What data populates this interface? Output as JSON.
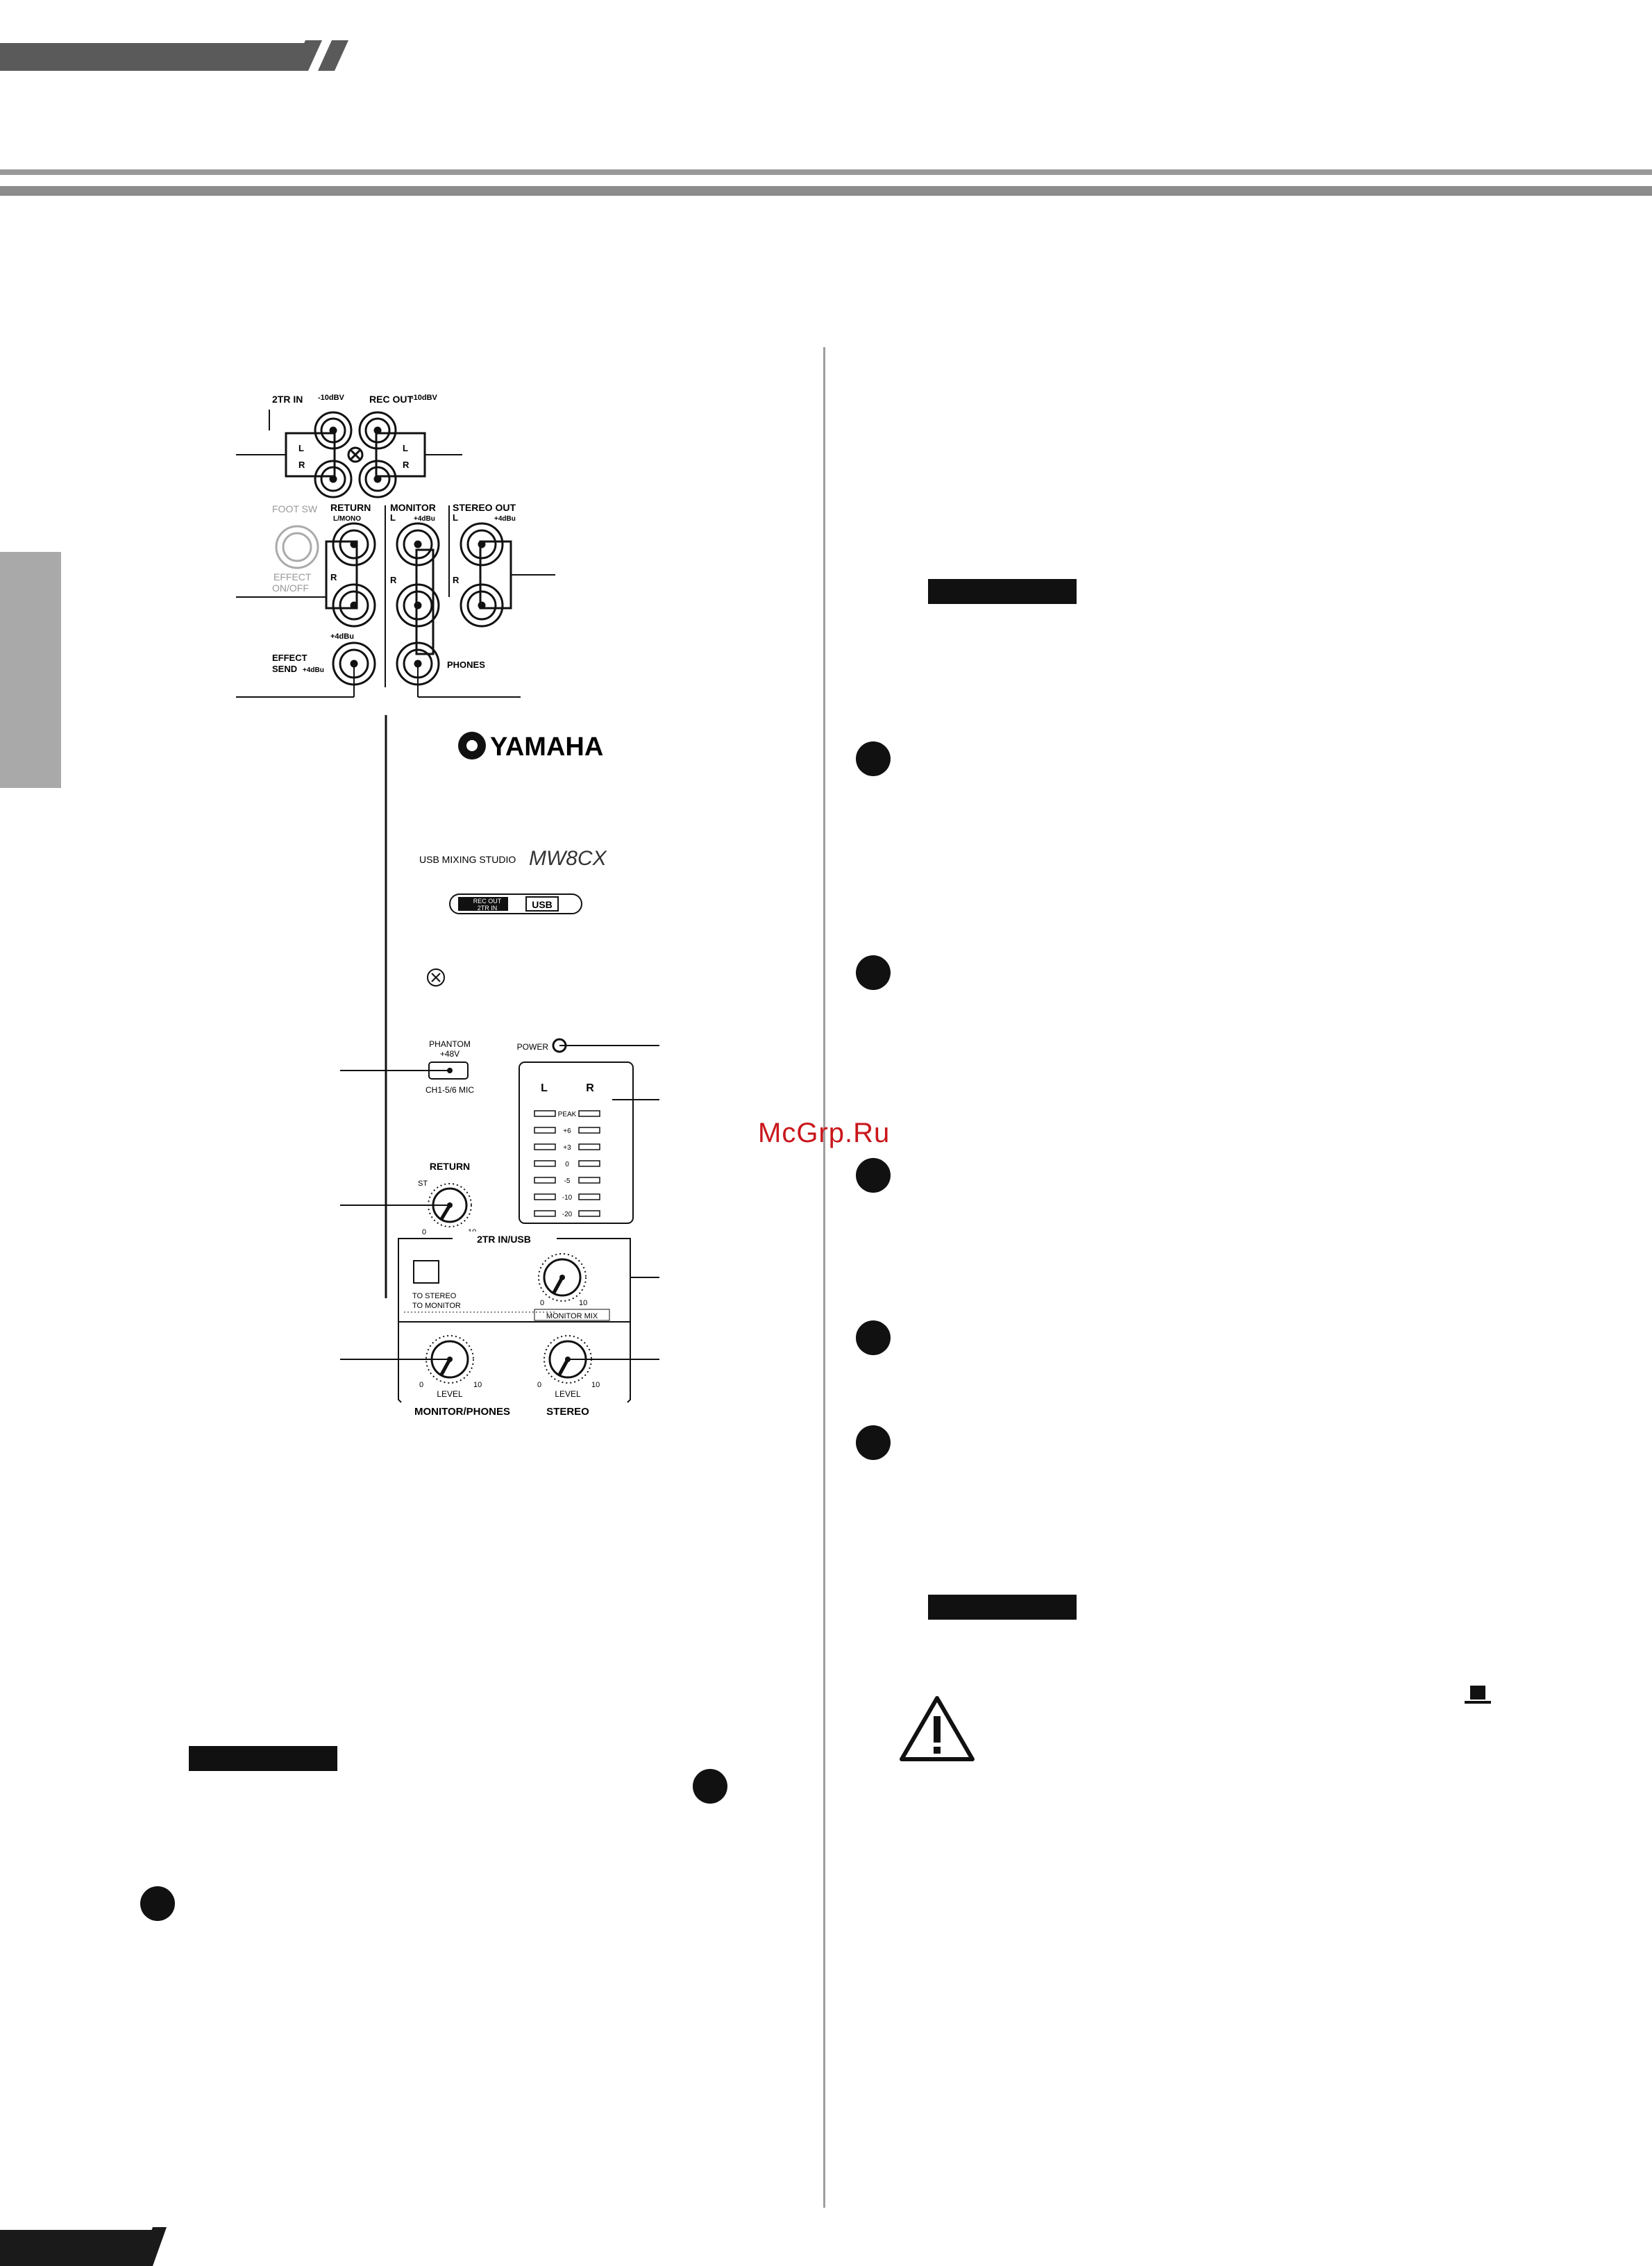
{
  "watermark": "McGrp.Ru",
  "brand": "YAMAHA",
  "product": {
    "name_prefix": "USB MIXING STUDIO",
    "model_logo": "MW8CX",
    "usb_badge": {
      "line1": "REC OUT",
      "line2": "2TR IN",
      "usb": "USB"
    }
  },
  "rear_panel": {
    "two_tr_in": "2TR IN",
    "two_tr_level": "-10dBV",
    "rec_out": "REC OUT",
    "rec_out_level": "-10dBV",
    "l": "L",
    "r": "R",
    "foot_sw": "FOOT SW",
    "effect_on_off_1": "EFFECT",
    "effect_on_off_2": "ON/OFF",
    "return": "RETURN",
    "return_sub": "L/MONO",
    "return_level": "+4dBu",
    "monitor": "MONITOR",
    "monitor_level": "+4dBu",
    "stereo_out": "STEREO OUT",
    "stereo_out_level": "+4dBu",
    "effect_send_1": "EFFECT",
    "effect_send_2": "SEND",
    "effect_send_level": "+4dBu",
    "phones": "PHONES"
  },
  "front_panel": {
    "phantom_1": "PHANTOM",
    "phantom_2": "+48V",
    "phantom_sub": "CH1-5/6 MIC",
    "power": "POWER",
    "meter_l": "L",
    "meter_r": "R",
    "meter_scale": [
      "PEAK",
      "+6",
      "+3",
      "0",
      "-5",
      "-10",
      "-20"
    ],
    "return_knob_title": "RETURN",
    "st_label": "ST",
    "zero": "0",
    "ten": "10",
    "two_tr_usb": "2TR IN/USB",
    "to_stereo": "TO STEREO",
    "to_monitor": "TO MONITOR",
    "monitor_mix": "MONITOR MIX",
    "level": "LEVEL",
    "monitor_phones": "MONITOR/PHONES",
    "stereo": "STEREO"
  }
}
